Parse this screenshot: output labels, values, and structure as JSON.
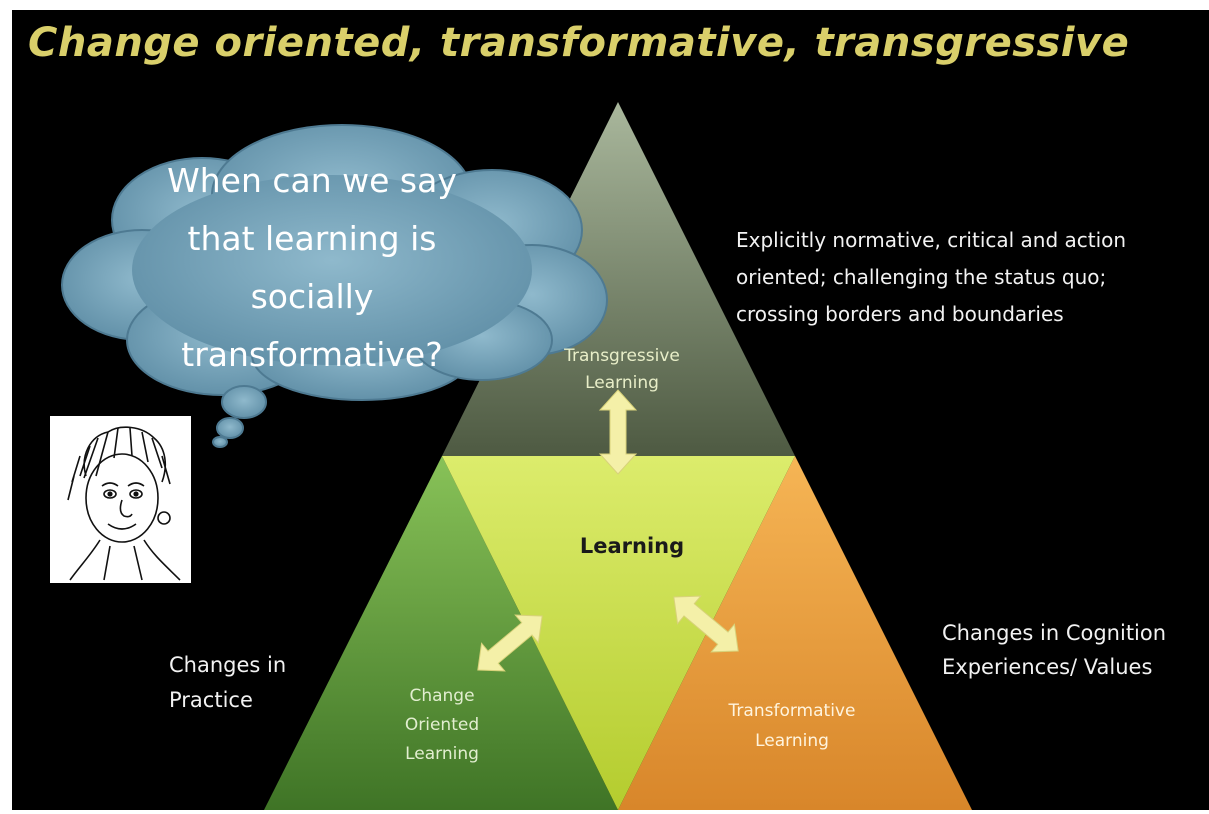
{
  "title": "Change oriented, transformative, transgressive",
  "cloud": {
    "question": "When can we say that learning is socially transformative?"
  },
  "triangle": {
    "top": "Transgressive Learning",
    "center": "Learning",
    "left": "Change Oriented Learning",
    "right": "Transformative Learning"
  },
  "descriptions": {
    "transgressive": "Explicitly normative, critical and action oriented; challenging the status quo; crossing borders and boundaries",
    "cognition": "Changes in Cognition Experiences/ Values",
    "practice": "Changes in Practice"
  },
  "colors": {
    "background": "#000000",
    "title": "#d9cf6a",
    "cloud": "#6f9db3",
    "top_triangle": "#6e7c60",
    "center_triangle": "#cde04a",
    "left_triangle": "#5f9a38",
    "right_triangle": "#e89a3c",
    "arrow": "#f4f0a8"
  },
  "icons": [
    "double-arrow-icon",
    "cartoon-face-icon"
  ]
}
